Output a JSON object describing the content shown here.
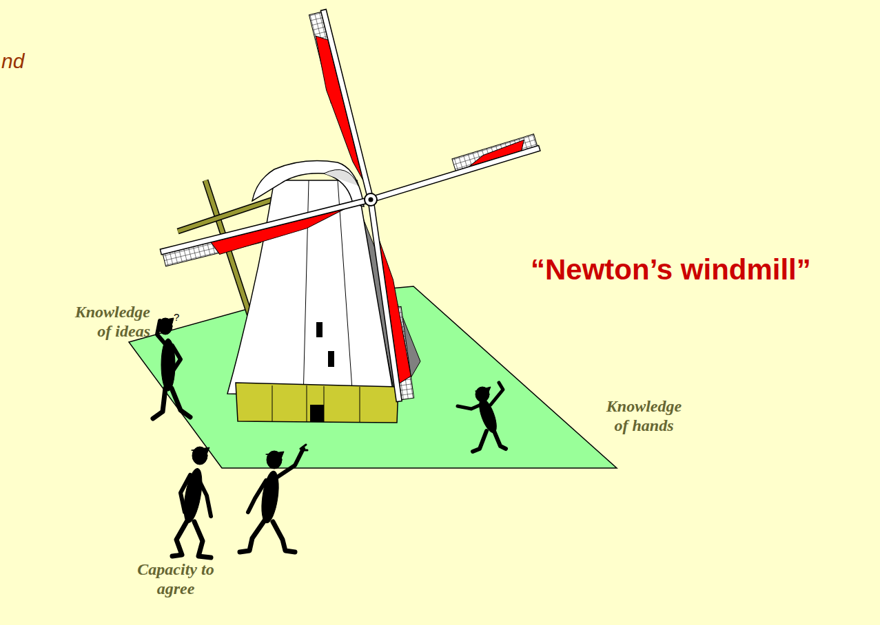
{
  "diagram": {
    "title": "“Newton’s windmill”",
    "labels": [
      "nd",
      "?",
      "Knowledge of ideas",
      "Knowledge of hands",
      "Capacity to agree"
    ]
  }
}
